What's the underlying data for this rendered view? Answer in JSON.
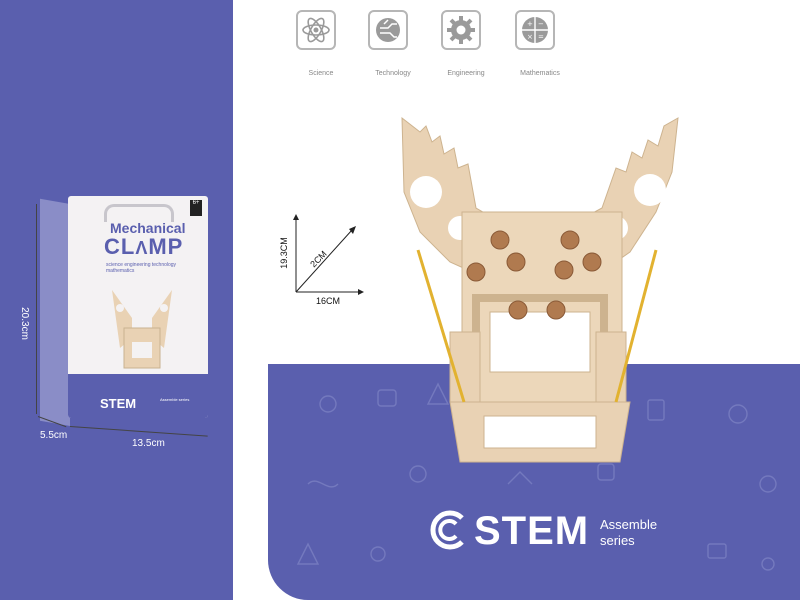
{
  "stem_icons": [
    {
      "label": "Science",
      "icon": "atom-icon"
    },
    {
      "label": "Technology",
      "icon": "circuit-icon"
    },
    {
      "label": "Engineering",
      "icon": "gear-icon"
    },
    {
      "label": "Mathematics",
      "icon": "math-operators-icon"
    }
  ],
  "package": {
    "title_line1": "Mechanical",
    "title_line2": "CL",
    "title_line2_end": "MP",
    "subtitle": "science  engineering  technology  mathematics",
    "age_badge": "6+",
    "brand": "STEM",
    "series": "Assemble series"
  },
  "package_dimensions": {
    "height": "20.3cm",
    "depth": "5.5cm",
    "width": "13.5cm"
  },
  "product_dimensions": {
    "height": "19.3CM",
    "depth": "2CM",
    "width": "16CM"
  },
  "brand": {
    "name": "STEM",
    "series_line1": "Assemble",
    "series_line2": "series"
  },
  "colors": {
    "brand_purple": "#5a5fae",
    "wood": "#e9d2b4",
    "rubber_band": "#e2b230"
  }
}
